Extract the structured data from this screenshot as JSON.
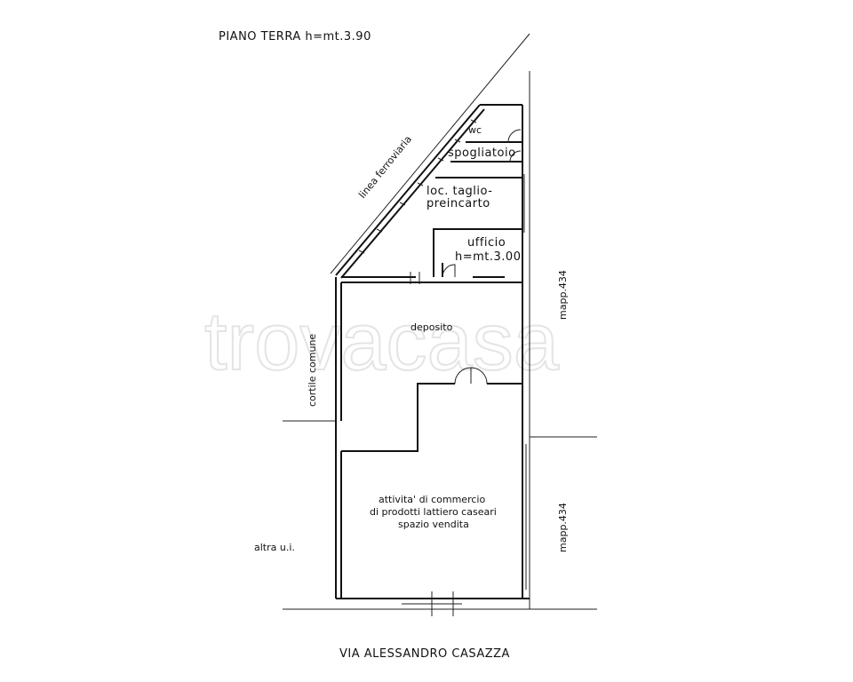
{
  "title": "PIANO TERRA h=mt.3.90",
  "watermark": "trovacasa",
  "rooms": {
    "wc": "wc",
    "spogliatoio": "spogliatoio",
    "taglio_line1": "loc. taglio-",
    "taglio_line2": "preincarto",
    "ufficio_line1": "ufficio",
    "ufficio_line2": "h=mt.3.00",
    "deposito": "deposito",
    "vendita_line1": "attivita' di commercio",
    "vendita_line2": "di prodotti lattiero caseari",
    "vendita_line3": "spazio vendita"
  },
  "context_labels": {
    "railway": "linea ferroviaria",
    "courtyard": "cortile comune",
    "neighbor_top": "mapp.434",
    "neighbor_bottom": "mapp.434",
    "other_unit": "altra u.i.",
    "street": "VIA ALESSANDRO CASAZZA"
  }
}
